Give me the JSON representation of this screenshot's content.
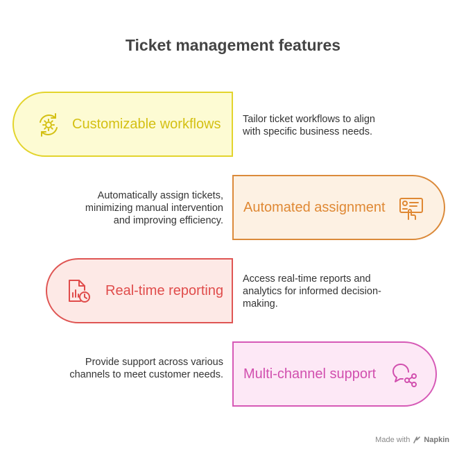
{
  "title": "Ticket management features",
  "features": [
    {
      "label": "Customizable workflows",
      "description": "Tailor ticket workflows to align with specific business needs.",
      "icon": "gear-refresh-icon",
      "fill": "#fdfbd3",
      "border": "#e3d42c",
      "text_color": "#d4c013"
    },
    {
      "label": "Automated assignment",
      "description": "Automatically assign tickets, minimizing manual intervention and improving efficiency.",
      "icon": "certificate-hand-icon",
      "fill": "#fdf1e3",
      "border": "#db8a3a",
      "text_color": "#df8833"
    },
    {
      "label": "Real-time reporting",
      "description": "Access real-time reports and analytics for informed decision-making.",
      "icon": "report-clock-icon",
      "fill": "#fde9e6",
      "border": "#df5553",
      "text_color": "#e04c4b"
    },
    {
      "label": "Multi-channel support",
      "description": "Provide support across various channels to meet customer needs.",
      "icon": "chat-share-icon",
      "fill": "#fde8f6",
      "border": "#d659b6",
      "text_color": "#d14fae"
    }
  ],
  "footer": {
    "prefix": "Made with",
    "brand": "Napkin"
  }
}
